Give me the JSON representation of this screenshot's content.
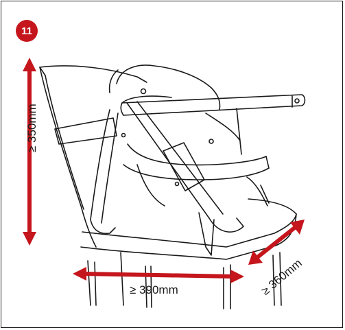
{
  "step": {
    "number": "11"
  },
  "dimensions": {
    "height": "≥ 350mm",
    "width": "≥ 390mm",
    "depth": "≥ 360mm"
  },
  "colors": {
    "accent": "#c4161c",
    "line": "#1a1a1a",
    "background": "#ffffff"
  }
}
